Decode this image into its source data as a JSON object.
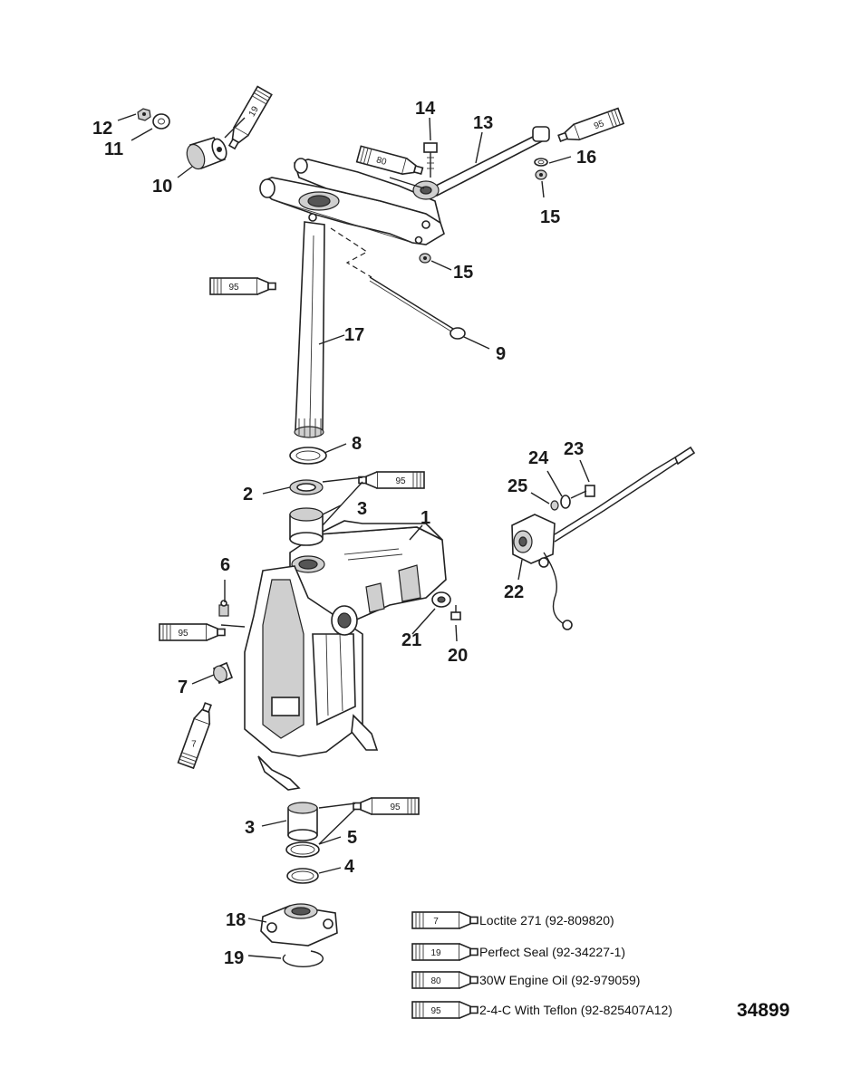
{
  "callouts": {
    "c1": "1",
    "c2": "2",
    "c3a": "3",
    "c3b": "3",
    "c4": "4",
    "c5": "5",
    "c6": "6",
    "c7": "7",
    "c8": "8",
    "c9": "9",
    "c10": "10",
    "c11": "11",
    "c12": "12",
    "c13": "13",
    "c14": "14",
    "c15a": "15",
    "c15b": "15",
    "c16": "16",
    "c17": "17",
    "c18": "18",
    "c19": "19",
    "c20": "20",
    "c21": "21",
    "c22": "22",
    "c23": "23",
    "c24": "24",
    "c25": "25"
  },
  "tube_labels": {
    "t19": "19",
    "t80": "80",
    "t95a": "95",
    "t95b": "95",
    "t95c": "95",
    "t95d": "95",
    "t95e": "95",
    "t7": "7"
  },
  "legend": [
    {
      "code": "7",
      "text": "Loctite 271 (92-809820)"
    },
    {
      "code": "19",
      "text": "Perfect Seal (92-34227-1)"
    },
    {
      "code": "80",
      "text": "30W Engine Oil (92-979059)"
    },
    {
      "code": "95",
      "text": "2-4-C With Teflon (92-825407A12)"
    }
  ],
  "figure_number": "34899"
}
